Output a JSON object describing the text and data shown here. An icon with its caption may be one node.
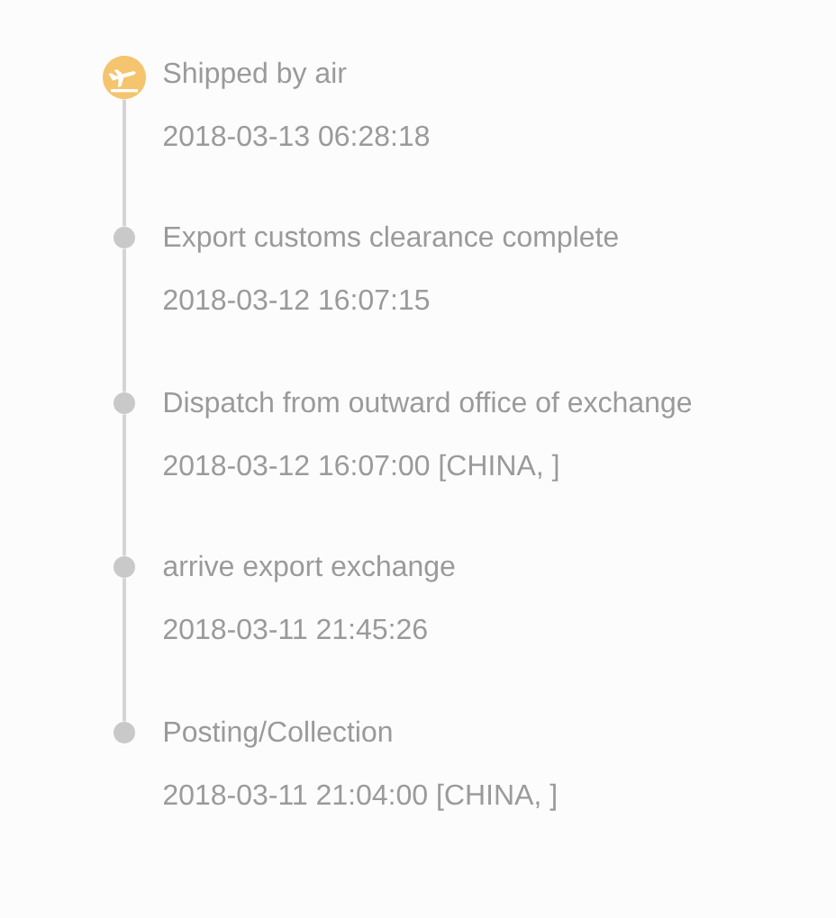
{
  "diagram": {
    "nodes": [
      {
        "text": [],
        "shape": "circle",
        "beside": [
          "Shipped by air",
          "2018-03-13 06:28:18"
        ]
      },
      {
        "text": [],
        "shape": "circle",
        "beside": [
          "Export customs clearance complete",
          "2018-03-12 16:07:15"
        ]
      },
      {
        "text": [],
        "shape": "circle",
        "beside": [
          "Dispatch from outward office of exchange",
          "2018-03-12 16:07:00 [CHINA, ]"
        ]
      },
      {
        "text": [],
        "shape": "circle",
        "beside": [
          "arrive export exchange",
          "2018-03-11 21:45:26"
        ]
      },
      {
        "text": [],
        "shape": "circle",
        "beside": [
          "Posting/Collection",
          "2018-03-11 21:04:00 [CHINA, ]"
        ]
      }
    ],
    "edges": [
      {
        "from": 0,
        "to": 1,
        "arrow": "none"
      },
      {
        "from": 1,
        "to": 2,
        "arrow": "none"
      },
      {
        "from": 2,
        "to": 3,
        "arrow": "none"
      },
      {
        "from": 3,
        "to": 4,
        "arrow": "none"
      }
    ]
  }
}
